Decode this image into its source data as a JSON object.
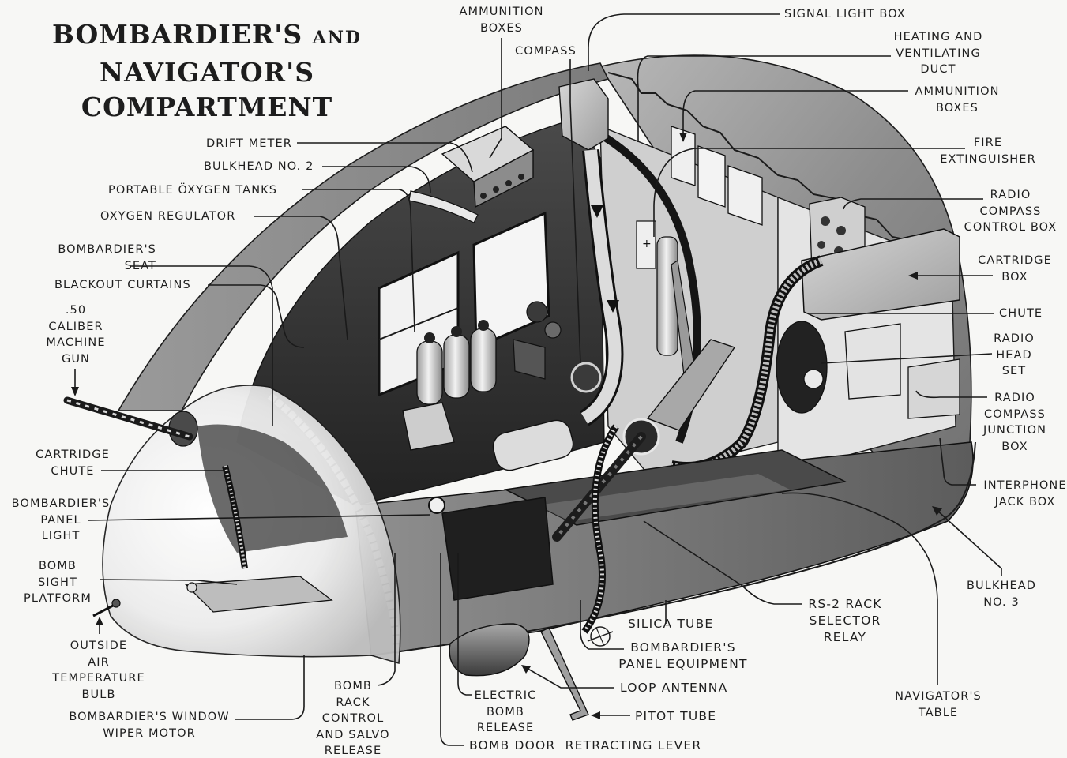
{
  "title": {
    "line1_main": "BOMBARDIER'S",
    "line1_small": "AND",
    "line2": "NAVIGATOR'S",
    "line3": "COMPARTMENT"
  },
  "diagram": {
    "subject": "Bombardier's and navigator's nose compartment cutaway",
    "style": "monochrome technical illustration",
    "colors": {
      "background": "#f7f7f5",
      "ink": "#1e1e1e",
      "hull_shade": "#8a8a8a",
      "interior_dark": "#2e2e2e",
      "glazing": "#efefef"
    }
  },
  "labels": {
    "top": {
      "ammunition_boxes": "AMMUNITION\nBOXES",
      "compass": "COMPASS",
      "signal_light_box": "SIGNAL LIGHT BOX"
    },
    "left": {
      "drift_meter": "DRIFT METER",
      "bulkhead_no2": "BULKHEAD No. 2",
      "portable_oxygen_tanks": "PORTABLE ÖXYGEN TANKS",
      "oxygen_regulator": "OXYGEN REGULATOR",
      "bombardiers_seat": "BOMBARDIER'S\nSEAT",
      "blackout_curtains": "BLACKOUT CURTAINS",
      "machine_gun": ".50\nCALIBER\nMACHINE\nGUN",
      "cartridge_chute": "CARTRIDGE\nCHUTE",
      "bombardiers_panel_light": "BOMBARDIER'S\nPANEL\nLIGHT",
      "bomb_sight_platform": "BOMB\nSIGHT\nPLATFORM",
      "outside_air_temperature_bulb": "OUTSIDE\nAIR\nTEMPERATURE\nBULB",
      "window_wiper_motor": "BOMBARDIER'S WINDOW\nWIPER MOTOR"
    },
    "right": {
      "heating_ventilating_duct": "HEATING AND\nVENTILATING\nDUCT",
      "ammunition_boxes": "AMMUNITION\nBOXES",
      "fire_extinguisher": "FIRE\nEXTINGUISHER",
      "radio_compass_control_box": "RADIO\nCOMPASS\nCONTROL BOX",
      "cartridge_box": "CARTRIDGE\nBOX",
      "chute": "CHUTE",
      "radio_head_set": "RADIO\nHEAD\nSET",
      "radio_compass_junction_box": "RADIO\nCOMPASS\nJUNCTION\nBOX",
      "interphone_jack_box": "INTERPHONE\nJACK BOX",
      "bulkhead_no3": "BULKHEAD\nNo. 3",
      "navigators_table": "NAVIGATOR'S\nTABLE"
    },
    "bottom": {
      "bomb_rack_control": "BOMB\nRACK\nCONTROL\nAND SALVO\nRELEASE",
      "electric_bomb_release": "ELECTRIC\nBOMB\nRELEASE",
      "bomb_door_retracting_lever": "BOMB DOOR  RETRACTING LEVER",
      "silica_tube": "SILICA TUBE",
      "bombardiers_panel_equipment": "BOMBARDIER'S\nPANEL EQUIPMENT",
      "loop_antenna": "LOOP ANTENNA",
      "pitot_tube": "PITOT TUBE",
      "rs2_rack_selector_relay": "RS-2 RACK\nSELECTOR\nRELAY"
    }
  }
}
